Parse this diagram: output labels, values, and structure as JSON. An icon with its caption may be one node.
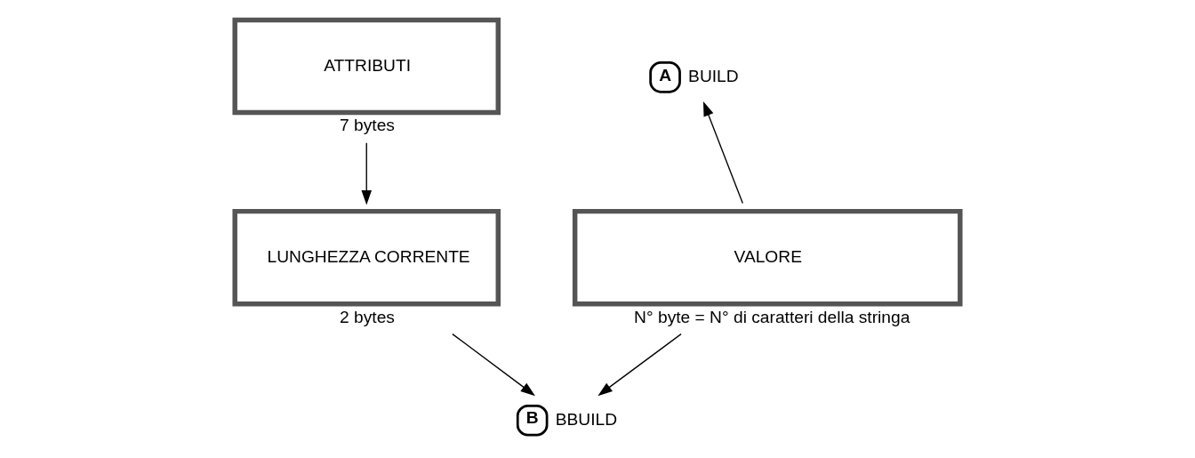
{
  "diagram": {
    "nodes": [
      {
        "text": [
          "ATTRIBUTI"
        ],
        "beside": [
          "7 bytes"
        ]
      },
      {
        "text": [
          "LUNGHEZZA CORRENTE"
        ],
        "beside": [
          "2 bytes"
        ]
      },
      {
        "text": [
          "VALORE"
        ],
        "beside": [
          "N° byte = N° di caratteri della stringa"
        ]
      },
      {
        "text": [
          "A"
        ],
        "beside": [
          "BUILD"
        ]
      },
      {
        "text": [
          "B"
        ],
        "beside": [
          "BBUILD"
        ]
      }
    ],
    "edges": [
      {
        "from": 0,
        "to": 1,
        "arrow": "to"
      },
      {
        "from": 2,
        "to": 3,
        "arrow": "to"
      },
      {
        "from": 1,
        "to": 4,
        "arrow": "to"
      },
      {
        "from": 2,
        "to": 4,
        "arrow": "to"
      }
    ]
  }
}
